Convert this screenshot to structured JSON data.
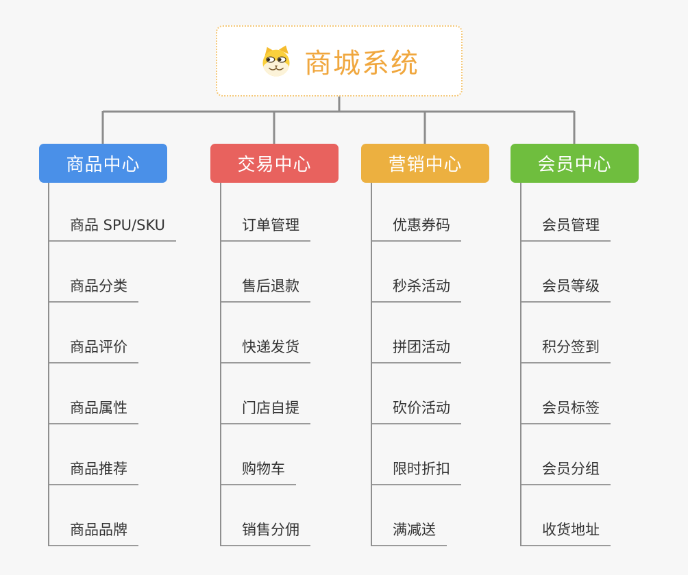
{
  "root": {
    "label": "商城系统",
    "icon": "doge-icon",
    "text_color": "#F0A73E",
    "border_color": "#F5C878",
    "background": "#FFFFFF"
  },
  "branches": [
    {
      "label": "商品中心",
      "color": "#4A90E8",
      "items": [
        "商品 SPU/SKU",
        "商品分类",
        "商品评价",
        "商品属性",
        "商品推荐",
        "商品品牌"
      ]
    },
    {
      "label": "交易中心",
      "color": "#E8625E",
      "items": [
        "订单管理",
        "售后退款",
        "快递发货",
        "门店自提",
        "购物车",
        "销售分佣"
      ]
    },
    {
      "label": "营销中心",
      "color": "#ECB040",
      "items": [
        "优惠券码",
        "秒杀活动",
        "拼团活动",
        "砍价活动",
        "限时折扣",
        "满减送"
      ]
    },
    {
      "label": "会员中心",
      "color": "#6FBE3E",
      "items": [
        "会员管理",
        "会员等级",
        "积分签到",
        "会员标签",
        "会员分组",
        "收货地址"
      ]
    }
  ],
  "connector_color": "#8C8C8C",
  "background_color": "#F7F7F7"
}
